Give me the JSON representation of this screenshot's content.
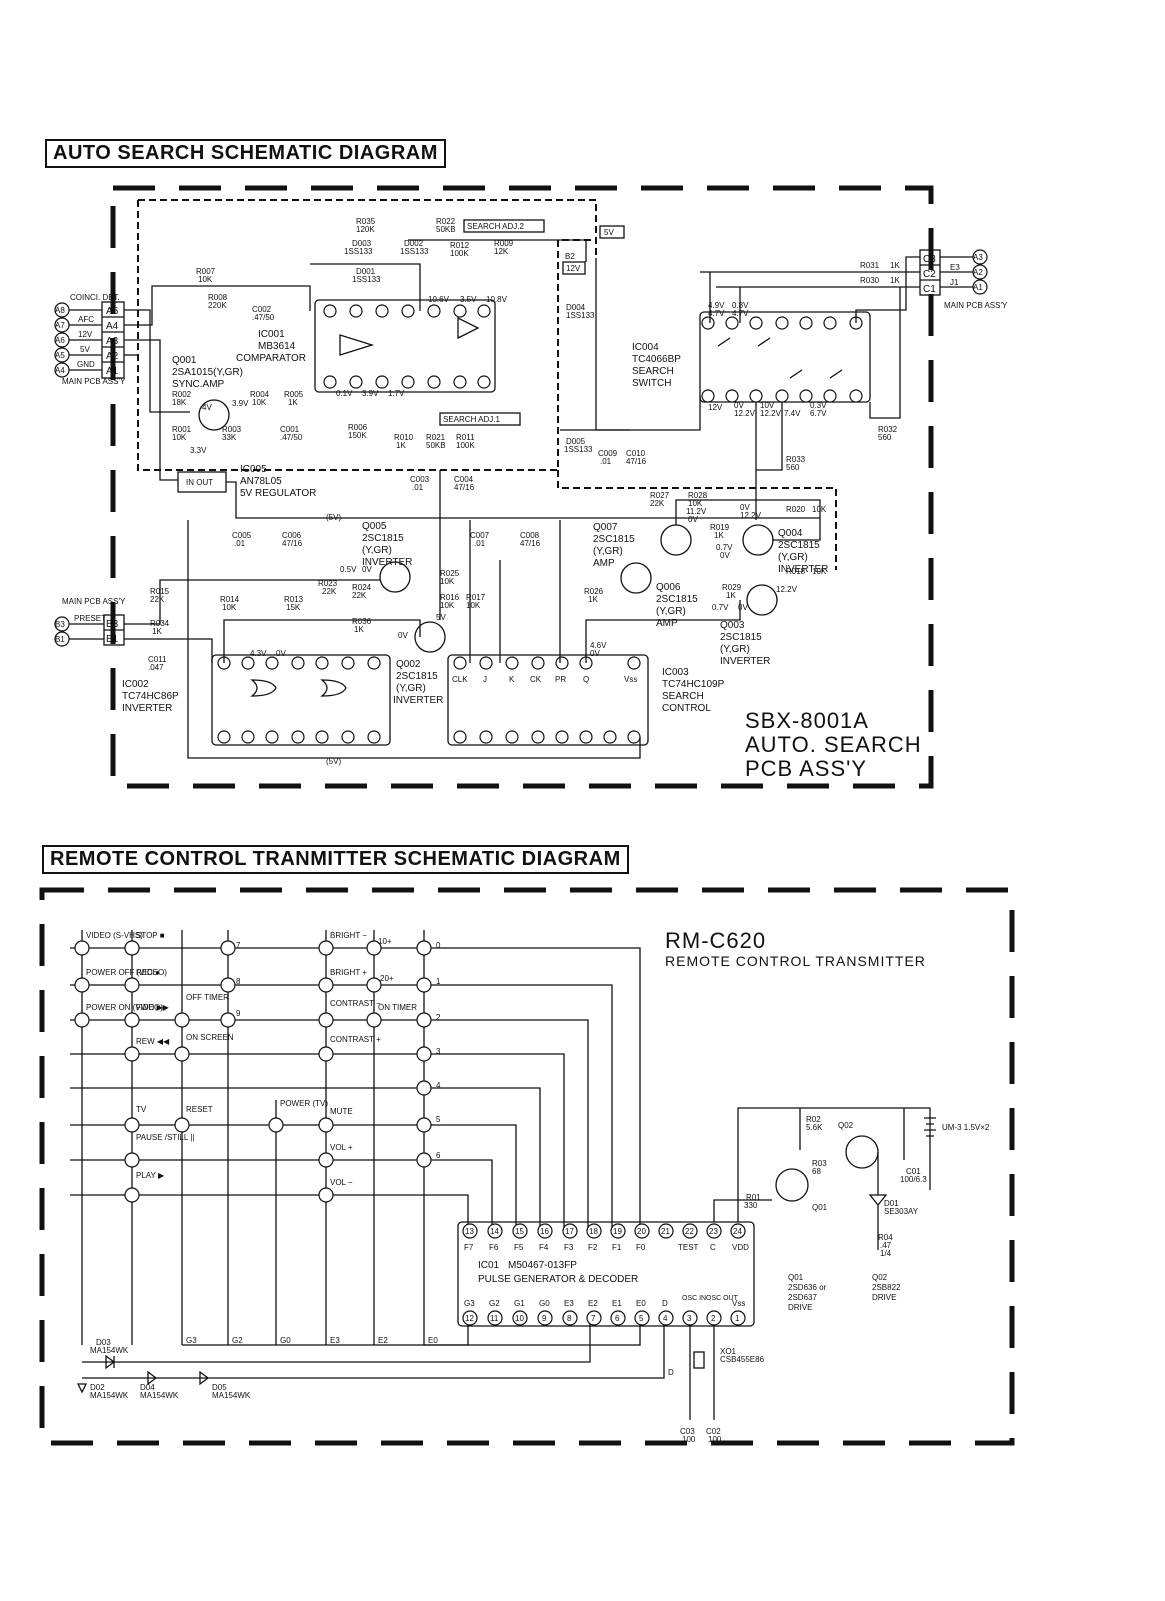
{
  "auto_search": {
    "title": "AUTO SEARCH SCHEMATIC DIAGRAM",
    "board_model": "SBX-8001A",
    "board_name_1": "AUTO. SEARCH",
    "board_name_2": "PCB ASS'Y",
    "connectors": {
      "left_main": "MAIN PCB ASS'Y",
      "right_main": "MAIN PCB ASS'Y",
      "left_pins": [
        "A5",
        "A4",
        "A3",
        "A2",
        "A1"
      ],
      "left_circles": [
        "A8",
        "A7",
        "A6",
        "A5",
        "A4"
      ],
      "left_signals": [
        "COINCI. DET.",
        "AFC",
        "12V",
        "5V",
        "GND"
      ],
      "right_pins": [
        "C3",
        "C2",
        "C1"
      ],
      "right_circles": [
        "A3",
        "A2",
        "A1"
      ],
      "right_signals": [
        "E3",
        "J1"
      ],
      "preset_pins": [
        "B3",
        "B1"
      ],
      "preset_circles": [
        "B3",
        "B1"
      ],
      "preset_label": "PRESET"
    },
    "ics": {
      "ic001": {
        "ref": "IC001",
        "part": "MB3614",
        "func": "COMPARATOR"
      },
      "ic002": {
        "ref": "IC002",
        "part": "TC74HC86P",
        "func": "INVERTER"
      },
      "ic003": {
        "ref": "IC003",
        "part": "TC74HC109P",
        "func1": "SEARCH",
        "func2": "CONTROL"
      },
      "ic004": {
        "ref": "IC004",
        "part": "TC4066BP",
        "func1": "SEARCH",
        "func2": "SWITCH"
      },
      "ic005": {
        "ref": "IC005",
        "part": "AN78L05",
        "func": "5V REGULATOR"
      }
    },
    "transistors": {
      "q001": {
        "ref": "Q001",
        "part": "2SA1015(Y,GR)",
        "func": "SYNC.AMP"
      },
      "q002": {
        "ref": "Q002",
        "part": "2SC1815",
        "rank": "(Y,GR)",
        "func": "INVERTER"
      },
      "q003": {
        "ref": "Q003",
        "part": "2SC1815",
        "rank": "(Y,GR)",
        "func": "INVERTER"
      },
      "q004": {
        "ref": "Q004",
        "part": "2SC1815",
        "rank": "(Y,GR)",
        "func": "INVERTER"
      },
      "q005": {
        "ref": "Q005",
        "part": "2SC1815",
        "rank": "(Y,GR)",
        "func": "INVERTER"
      },
      "q006": {
        "ref": "Q006",
        "part": "2SC1815",
        "rank": "(Y,GR)",
        "func": "AMP"
      },
      "q007": {
        "ref": "Q007",
        "part": "2SC1815",
        "rank": "(Y,GR)",
        "func": "AMP"
      }
    },
    "components": [
      {
        "ref": "R035",
        "val": "120K"
      },
      {
        "ref": "R022",
        "val": "50KB"
      },
      {
        "ref": "D003",
        "val": "1SS133"
      },
      {
        "ref": "D002",
        "val": "1SS133"
      },
      {
        "ref": "R012",
        "val": "100K"
      },
      {
        "ref": "R009",
        "val": "12K"
      },
      {
        "ref": "D001",
        "val": "1SS133"
      },
      {
        "ref": "R007",
        "val": "10K"
      },
      {
        "ref": "R008",
        "val": "220K"
      },
      {
        "ref": "C002",
        "val": ".47/50"
      },
      {
        "ref": "D004",
        "val": "1SS133"
      },
      {
        "ref": "R002",
        "val": "18K"
      },
      {
        "ref": "R004",
        "val": "10K"
      },
      {
        "ref": "R005",
        "val": "1K"
      },
      {
        "ref": "R001",
        "val": "10K"
      },
      {
        "ref": "R003",
        "val": "33K"
      },
      {
        "ref": "C001",
        "val": ".47/50"
      },
      {
        "ref": "R006",
        "val": "150K"
      },
      {
        "ref": "R010",
        "val": "1K"
      },
      {
        "ref": "R021",
        "val": "50KB"
      },
      {
        "ref": "R011",
        "val": "100K"
      },
      {
        "ref": "D005",
        "val": "1SS133"
      },
      {
        "ref": "C009",
        "val": ".01"
      },
      {
        "ref": "C010",
        "val": "47/16"
      },
      {
        "ref": "R032",
        "val": "560"
      },
      {
        "ref": "R033",
        "val": "560"
      },
      {
        "ref": "R031",
        "val": "1K"
      },
      {
        "ref": "R030",
        "val": "1K"
      },
      {
        "ref": "C003",
        "val": ".01"
      },
      {
        "ref": "C004",
        "val": "47/16"
      },
      {
        "ref": "C005",
        "val": ".01"
      },
      {
        "ref": "C006",
        "val": "47/16"
      },
      {
        "ref": "C007",
        "val": ".01"
      },
      {
        "ref": "C008",
        "val": "47/16"
      },
      {
        "ref": "R027",
        "val": "22K"
      },
      {
        "ref": "R028",
        "val": "10K"
      },
      {
        "ref": "R020",
        "val": "10K"
      },
      {
        "ref": "R019",
        "val": "1K"
      },
      {
        "ref": "R018",
        "val": "10K"
      },
      {
        "ref": "R023",
        "val": "22K"
      },
      {
        "ref": "R024",
        "val": "22K"
      },
      {
        "ref": "R025",
        "val": "10K"
      },
      {
        "ref": "R016",
        "val": "10K"
      },
      {
        "ref": "R017",
        "val": "10K"
      },
      {
        "ref": "R026",
        "val": "1K"
      },
      {
        "ref": "R029",
        "val": "1K"
      },
      {
        "ref": "R015",
        "val": "22K"
      },
      {
        "ref": "R014",
        "val": "10K"
      },
      {
        "ref": "R013",
        "val": "15K"
      },
      {
        "ref": "R034",
        "val": "1K"
      },
      {
        "ref": "R036",
        "val": "1K"
      },
      {
        "ref": "C011",
        "val": ".047"
      }
    ],
    "adj_labels": [
      "SEARCH ADJ.2",
      "SEARCH ADJ.1"
    ],
    "supply_labels": [
      "5V",
      "12V",
      "B2",
      "(5V)",
      "(5V)"
    ],
    "ic003_pins": [
      "CLK",
      "J",
      "K",
      "CK",
      "PR",
      "Q",
      "Vss"
    ],
    "voltages": [
      "10.6V",
      "3.5V",
      "10.8V",
      "0.1V",
      "3.9V",
      "1.7V",
      "4V",
      "3.9V",
      "3.3V",
      "4.9V",
      "4.7V",
      "0.8V",
      "4.7V",
      "12V",
      "0V",
      "12.2V",
      "10V",
      "12.2V",
      "7.4V",
      "0.3V",
      "6.7V",
      "0V",
      "12.2V",
      "11.2V",
      "0V",
      "0.7V",
      "0V",
      "0.7V",
      "0V",
      "12.2V",
      "0.5V",
      "0V",
      "4.3V",
      "0V",
      "4.6V",
      "0V",
      "0V",
      "5V"
    ]
  },
  "remote": {
    "title": "REMOTE CONTROL TRANMITTER SCHEMATIC DIAGRAM",
    "model": "RM-C620",
    "subtitle": "REMOTE CONTROL TRANSMITTER",
    "keys_col1": [
      "VIDEO (S-VHS)",
      "POWER OFF (VIDEO)",
      "POWER ON (VIDEO)",
      "",
      "",
      "",
      "PAUSE",
      ""
    ],
    "keys": [
      {
        "label": "VIDEO (S-VHS)"
      },
      {
        "label": "POWER OFF (VIDEO)"
      },
      {
        "label": "POWER ON (VIDEO)"
      },
      {
        "label": "STOP ■"
      },
      {
        "label": "REC ●"
      },
      {
        "label": "FWD ▶▶"
      },
      {
        "label": "REW ◀◀"
      },
      {
        "label": "TV"
      },
      {
        "label": "PAUSE /STILL ||"
      },
      {
        "label": "PLAY ▶"
      },
      {
        "label": "OFF TIMER"
      },
      {
        "label": "ON SCREEN"
      },
      {
        "label": "RESET"
      },
      {
        "label": "POWER (TV)"
      },
      {
        "label": "BRIGHT −"
      },
      {
        "label": "BRIGHT +"
      },
      {
        "label": "CONTRAST −"
      },
      {
        "label": "CONTRAST +"
      },
      {
        "label": "MUTE"
      },
      {
        "label": "VOL +"
      },
      {
        "label": "VOL −"
      },
      {
        "label": "ON TIMER"
      },
      {
        "label": "10+"
      },
      {
        "label": "20+"
      },
      {
        "label": "7"
      },
      {
        "label": "8"
      },
      {
        "label": "9"
      },
      {
        "label": "0"
      },
      {
        "label": "1"
      },
      {
        "label": "2"
      },
      {
        "label": "3"
      },
      {
        "label": "4"
      },
      {
        "label": "5"
      },
      {
        "label": "6"
      }
    ],
    "ic01": {
      "ref": "IC01",
      "part": "M50467-013FP",
      "func": "PULSE GENERATOR & DECODER"
    },
    "ic01_top_pins": [
      "13",
      "14",
      "15",
      "16",
      "17",
      "18",
      "19",
      "20",
      "21",
      "22",
      "23",
      "24"
    ],
    "ic01_top_names": [
      "F7",
      "F6",
      "F5",
      "F4",
      "F3",
      "F2",
      "F1",
      "F0",
      "",
      "TEST",
      "C",
      "VDD"
    ],
    "ic01_bot_pins": [
      "12",
      "11",
      "10",
      "9",
      "8",
      "7",
      "6",
      "5",
      "4",
      "3",
      "2",
      "1"
    ],
    "ic01_bot_names": [
      "G3",
      "G2",
      "G1",
      "G0",
      "E3",
      "E2",
      "E1",
      "E0",
      "D",
      "OSC IN",
      "OSC OUT",
      "Vss"
    ],
    "bus_labels": [
      "G3",
      "G2",
      "G0",
      "E3",
      "E2",
      "E0",
      "D"
    ],
    "diodes": [
      {
        "ref": "D03",
        "val": "MA154WK"
      },
      {
        "ref": "D02",
        "val": "MA154WK"
      },
      {
        "ref": "D04",
        "val": "MA154WK"
      },
      {
        "ref": "D05",
        "val": "MA154WK"
      }
    ],
    "output": {
      "r02": {
        "ref": "R02",
        "val": "5.6K"
      },
      "r03": {
        "ref": "R03",
        "val": "68"
      },
      "r01": {
        "ref": "R01",
        "val": "330"
      },
      "r04": {
        "ref": "R04",
        "val": ".47",
        "watt": "1/4"
      },
      "c01": {
        "ref": "C01",
        "val": "100/6.3"
      },
      "d01": {
        "ref": "D01",
        "val": "SE303AY"
      },
      "battery": "UM-3 1.5V×2",
      "xo1": {
        "ref": "XO1",
        "val": "CSB455E86"
      },
      "c03": {
        "ref": "C03",
        "val": "100"
      },
      "c02": {
        "ref": "C02",
        "val": "100"
      },
      "q01": {
        "ref": "Q01",
        "part1": "2SD636 or",
        "part2": "2SD637",
        "func": "DRIVE"
      },
      "q02": {
        "ref": "Q02",
        "part": "2SB822",
        "func": "DRIVE"
      }
    }
  }
}
